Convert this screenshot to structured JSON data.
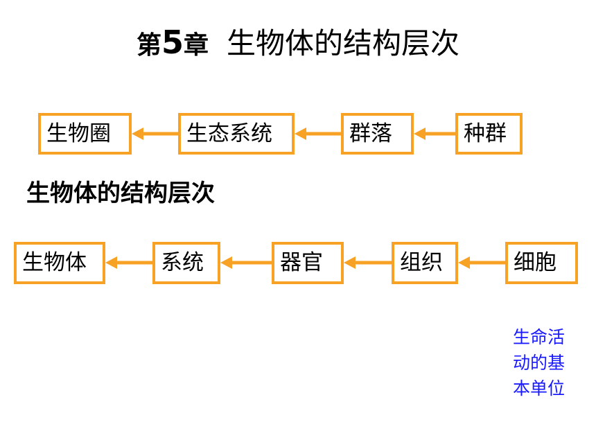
{
  "title": {
    "chapter": "第5章",
    "chapter_prefix": "第",
    "chapter_number": "5",
    "chapter_suffix": "章",
    "main": "生物体的结构层次"
  },
  "ecology_chain": {
    "items": [
      "生物圈",
      "生态系统",
      "群落",
      "种群"
    ]
  },
  "section_heading": "生物体的结构层次",
  "organism_chain": {
    "items": [
      "生物体",
      "系统",
      "器官",
      "组织",
      "细胞"
    ]
  },
  "cell_note": {
    "lines": [
      "生命活",
      "动的基",
      "本单位"
    ]
  },
  "colors": {
    "box_border": "#f7a125",
    "arrow": "#f7a125",
    "note_text": "#1a1aff"
  }
}
